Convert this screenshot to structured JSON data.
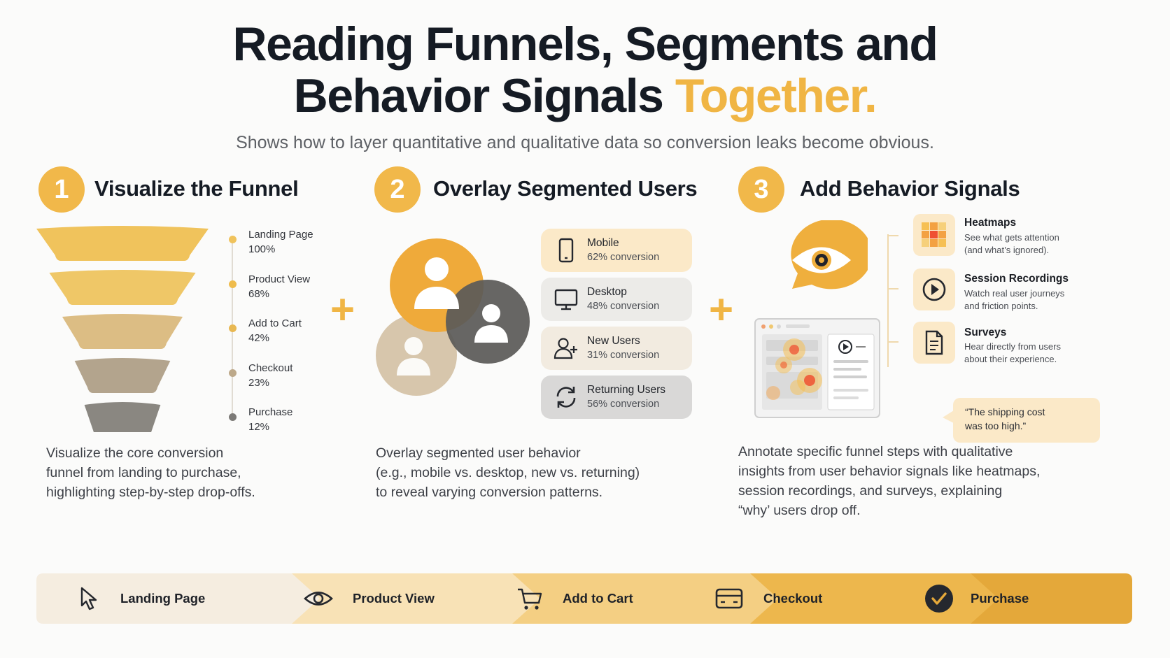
{
  "header": {
    "title_line1": "Reading Funnels, Segments and",
    "title_line2_main": "Behavior Signals ",
    "title_line2_accent": "Together.",
    "subtitle": "Shows how to layer quantitative and qualitative data so conversion leaks become obvious."
  },
  "steps": [
    {
      "number": "1",
      "title": "Visualize the Funnel",
      "description_lines": [
        "Visualize the core conversion",
        "funnel from landing to purchase,",
        "highlighting step-by-step drop-offs."
      ]
    },
    {
      "number": "2",
      "title": "Overlay Segmented Users",
      "description_lines": [
        "Overlay segmented user behavior",
        "(e.g., mobile vs. desktop, new vs. returning)",
        "to reveal varying conversion patterns."
      ]
    },
    {
      "number": "3",
      "title": "Add Behavior Signals",
      "description_lines": [
        "Annotate specific funnel steps with qualitative",
        "insights from user behavior signals like heatmaps,",
        "session recordings, and surveys, explaining",
        "“why’ users drop off."
      ]
    }
  ],
  "funnel": {
    "stages": [
      {
        "name": "Landing Page",
        "value": "100%",
        "share": 1.0,
        "color": "#f0c35c",
        "dot": "#f0c35c"
      },
      {
        "name": "Product View",
        "value": "68%",
        "share": 0.68,
        "color": "#efc767",
        "dot": "#efbc4c"
      },
      {
        "name": "Add to Cart",
        "value": "42%",
        "share": 0.42,
        "color": "#dcbd84",
        "dot": "#e8b852"
      },
      {
        "name": "Checkout",
        "value": "23%",
        "share": 0.23,
        "color": "#b3a48d",
        "dot": "#bda98a"
      },
      {
        "name": "Purchase",
        "value": "12%",
        "share": 0.12,
        "color": "#8a8781",
        "dot": "#7c7a77"
      }
    ]
  },
  "segments": [
    {
      "name": "Mobile",
      "conversion": "62% conversion",
      "icon": "mobile-phone-icon",
      "bg": "#fbe9c8"
    },
    {
      "name": "Desktop",
      "conversion": "48% conversion",
      "icon": "desktop-monitor-icon",
      "bg": "#ecebe8"
    },
    {
      "name": "New Users",
      "conversion": "31% conversion",
      "icon": "add-user-icon",
      "bg": "#f2ebe0"
    },
    {
      "name": "Returning Users",
      "conversion": "56% conversion",
      "icon": "refresh-cycle-icon",
      "bg": "#d9d8d7"
    }
  ],
  "signals": [
    {
      "name": "Heatmaps",
      "desc_lines": [
        "See what gets attention",
        "(and what’s ignored)."
      ],
      "icon": "heatmap-grid-icon"
    },
    {
      "name": "Session Recordings",
      "desc_lines": [
        "Watch real user journeys",
        "and friction points."
      ],
      "icon": "play-circle-icon"
    },
    {
      "name": "Surveys",
      "desc_lines": [
        "Hear directly from users",
        "about their experience."
      ],
      "icon": "document-icon"
    }
  ],
  "quote_lines": [
    "“The shipping cost",
    "was too high.”"
  ],
  "journey": [
    {
      "label": "Landing Page",
      "icon": "cursor-icon",
      "bg": "#f5ede0"
    },
    {
      "label": "Product View",
      "icon": "eye-icon",
      "bg": "#f8e2b6"
    },
    {
      "label": "Add to Cart",
      "icon": "cart-icon",
      "bg": "#f4cf83"
    },
    {
      "label": "Checkout",
      "icon": "credit-card-icon",
      "bg": "#edb74d"
    },
    {
      "label": "Purchase",
      "icon": "check-circle-icon",
      "bg": "#e4a83a"
    }
  ],
  "colors": {
    "accent": "#f0b544",
    "dark": "#151b24"
  }
}
